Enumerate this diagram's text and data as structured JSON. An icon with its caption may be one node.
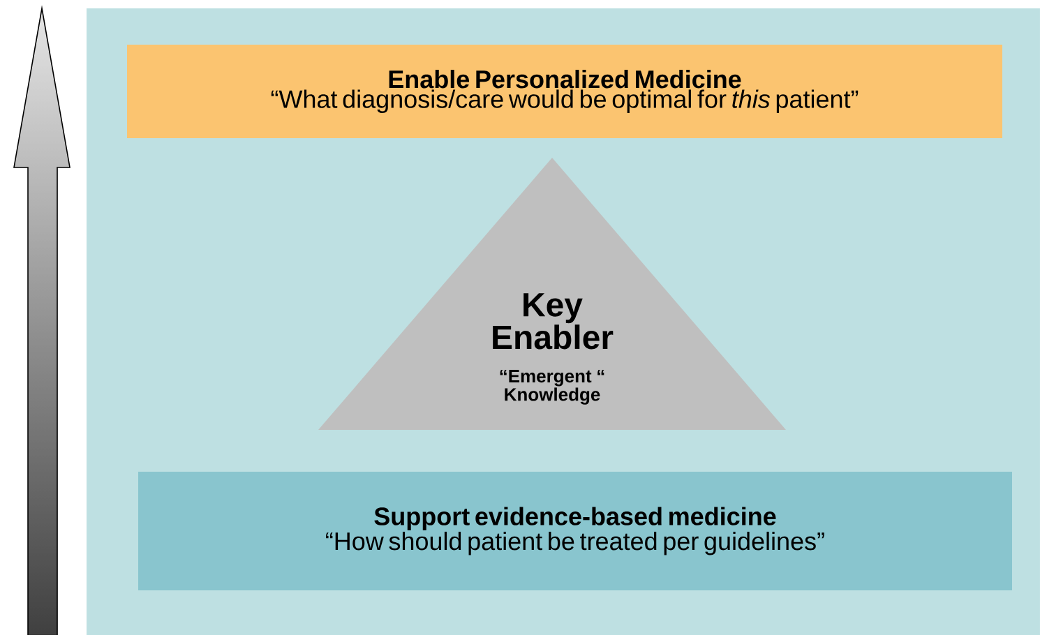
{
  "diagram": {
    "nodes": [
      {
        "text": [
          "Enable Personalized Medicine",
          "“What diagnosis/care would be optimal for *this* patient”"
        ]
      },
      {
        "text": [
          "Key Enabler",
          "“Emergent “ Knowledge"
        ]
      },
      {
        "text": [
          "Support evidence-based medicine",
          "“How should patient be treated per guidelines”"
        ]
      }
    ]
  }
}
